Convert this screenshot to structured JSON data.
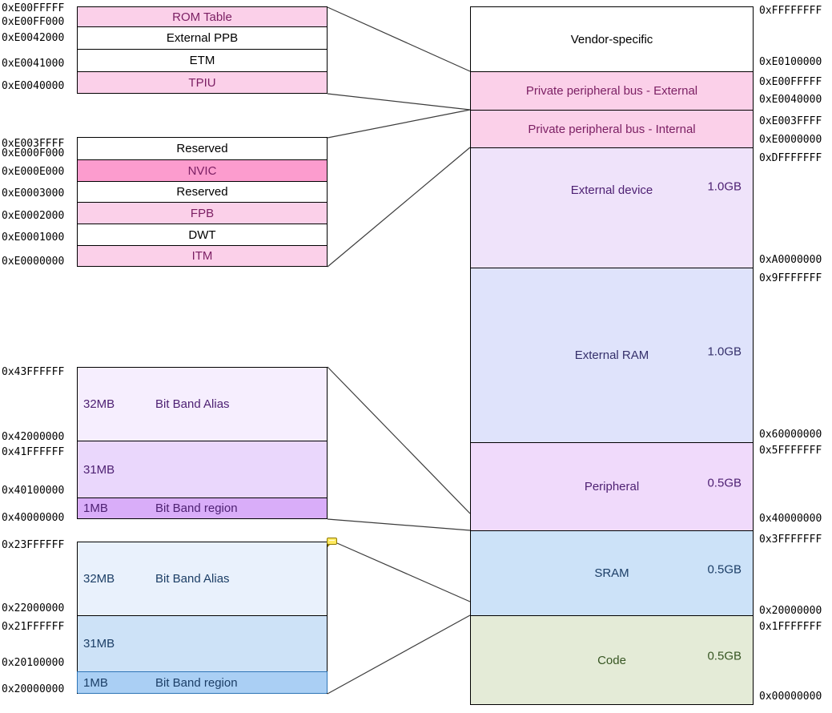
{
  "colors": {
    "white": "#FFFFFF",
    "pink": "#FBD0E9",
    "hot_pink": "#FC9CCE",
    "lavender_lightest": "#F6EEFE",
    "lavender_light": "#EAD7FC",
    "purple_mid": "#D9ADF9",
    "blue_lightest": "#E9F1FC",
    "blue_light": "#CDE2F7",
    "blue_mid": "#AACFF4",
    "ext_device_fill": "#EFE3FA",
    "ext_ram_fill": "#DFE3FB",
    "peripheral_fill": "#F0DAFB",
    "sram_fill": "#CCE2F8",
    "code_fill": "#E4EBD7",
    "ink_magenta": "#7B1F63",
    "ink_purple": "#4E2173",
    "ink_indigo": "#35306B",
    "ink_navy": "#1C3E66",
    "ink_green": "#375623",
    "ink_black": "#000000",
    "border_blue": "#2E75B6",
    "note_yellow": "#FFE95E",
    "connector_gray": "#3C3C3C"
  },
  "left_top_block": {
    "rows": [
      "ROM Table",
      "External PPB",
      "ETM",
      "TPIU"
    ],
    "addresses": [
      "0xE00FFFFF",
      "0xE00FF000",
      "0xE0042000",
      "0xE0041000",
      "0xE0040000"
    ]
  },
  "left_mid_block": {
    "rows": [
      "Reserved",
      "NVIC",
      "Reserved",
      "FPB",
      "DWT",
      "ITM"
    ],
    "addresses": [
      "0xE003FFFF",
      "0xE000F000",
      "0xE000E000",
      "0xE0003000",
      "0xE0002000",
      "0xE0001000",
      "0xE0000000"
    ]
  },
  "peripheral_bitband": {
    "rows": [
      {
        "size": "32MB",
        "label": "Bit Band Alias"
      },
      {
        "size": "31MB",
        "label": ""
      },
      {
        "size": "1MB",
        "label": "Bit Band region"
      }
    ],
    "addresses": [
      "0x43FFFFFF",
      "0x42000000",
      "0x41FFFFFF",
      "0x40100000",
      "0x40000000"
    ]
  },
  "sram_bitband": {
    "rows": [
      {
        "size": "32MB",
        "label": "Bit Band Alias"
      },
      {
        "size": "31MB",
        "label": ""
      },
      {
        "size": "1MB",
        "label": "Bit Band region"
      }
    ],
    "addresses": [
      "0x23FFFFFF",
      "0x22000000",
      "0x21FFFFFF",
      "0x20100000",
      "0x20000000"
    ]
  },
  "memory_map": {
    "regions": [
      {
        "label": "Vendor-specific",
        "size": ""
      },
      {
        "label": "Private peripheral bus - External",
        "size": ""
      },
      {
        "label": "Private peripheral bus - Internal",
        "size": ""
      },
      {
        "label": "External device",
        "size": "1.0GB"
      },
      {
        "label": "External RAM",
        "size": "1.0GB"
      },
      {
        "label": "Peripheral",
        "size": "0.5GB"
      },
      {
        "label": "SRAM",
        "size": "0.5GB"
      },
      {
        "label": "Code",
        "size": "0.5GB"
      }
    ],
    "addresses": [
      "0xFFFFFFFF",
      "0xE0100000",
      "0xE00FFFFF",
      "0xE0040000",
      "0xE003FFFF",
      "0xE0000000",
      "0xDFFFFFFF",
      "0xA0000000",
      "0x9FFFFFFF",
      "0x60000000",
      "0x5FFFFFFF",
      "0x40000000",
      "0x3FFFFFFF",
      "0x20000000",
      "0x1FFFFFFF",
      "0x00000000"
    ]
  },
  "connectors": [
    {
      "from": "ppb-external-detail-box",
      "to": "region-ppb-external"
    },
    {
      "from": "ppb-internal-detail-box",
      "to": "region-ppb-internal"
    },
    {
      "from": "peripheral-bitband-box",
      "to": "region-peripheral"
    },
    {
      "from": "sram-bitband-box",
      "to": "region-sram"
    }
  ],
  "icons": {
    "note": "comment-note-marker"
  }
}
